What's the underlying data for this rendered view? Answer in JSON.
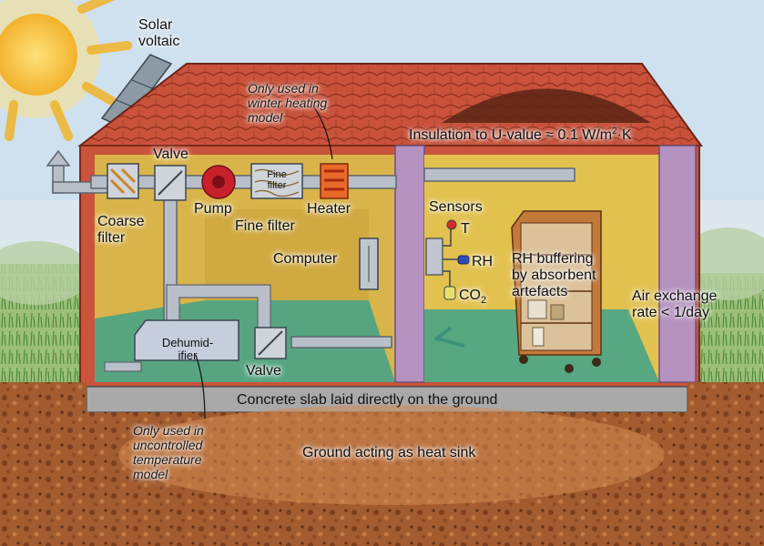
{
  "colors": {
    "sky": "#cfe0ee",
    "roof": "#c8523a",
    "wall_fill": "#d9b44a",
    "floor": "#3ea28a",
    "insulation": "#b592c0",
    "slab": "#a9a9a9",
    "ground": "#a05a2e",
    "sun": "#f6c53a",
    "pipe": "#b8bfc8"
  },
  "labels": {
    "solar": [
      "Solar",
      "voltaic"
    ],
    "winter_note": [
      "Only used in",
      "winter heating",
      "model"
    ],
    "insulation_prefix": "Insulation to U-value ≈ 0.1 W/m",
    "insulation_sup": "2",
    "insulation_suffix": "·K",
    "valve_top": "Valve",
    "coarse_filter": [
      "Coarse",
      "filter"
    ],
    "pump": "Pump",
    "fine_filter": "Fine filter",
    "fine_filter_box": [
      "Fine",
      "filter"
    ],
    "heater": "Heater",
    "computer": "Computer",
    "dehumidifier": [
      "Dehumid-",
      "ifier"
    ],
    "valve_bottom": "Valve",
    "sensors": "Sensors",
    "sensor_t": "T",
    "sensor_rh": "RH",
    "sensor_co2": "CO",
    "sensor_co2_sub": "2",
    "rh_buffering": [
      "RH buffering",
      "by absorbent",
      "artefacts"
    ],
    "air_exchange": [
      "Air exchange",
      "rate < 1/day"
    ],
    "slab": "Concrete slab laid directly on the ground",
    "uncontrolled_note": [
      "Only used in",
      "uncontrolled",
      "temperature",
      "model"
    ],
    "ground": "Ground acting as heat sink"
  }
}
